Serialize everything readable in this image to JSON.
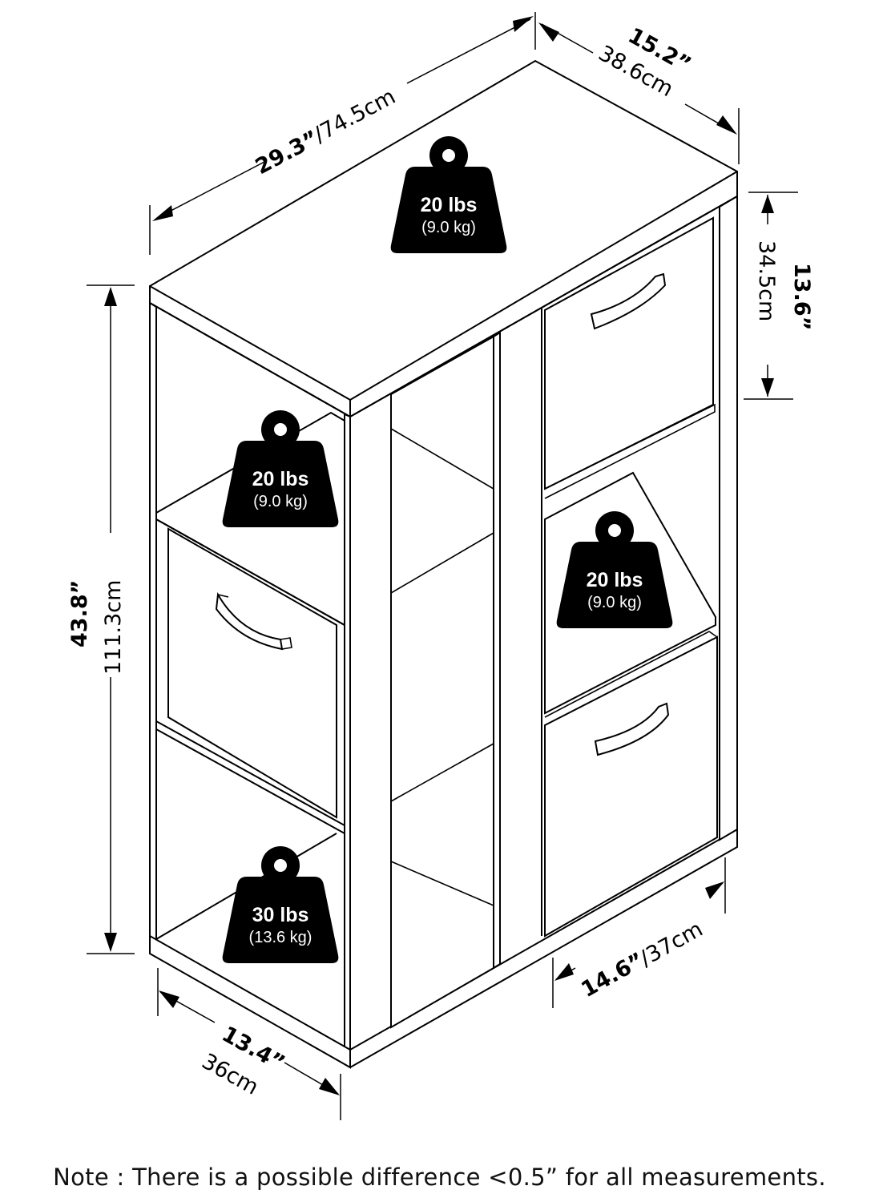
{
  "dimensions": {
    "width": {
      "inches": "29.3”",
      "cm": "/74.5cm"
    },
    "depth_top": {
      "inches": "15.2”",
      "cm": "38.6cm"
    },
    "height": {
      "inches": "43.8”",
      "cm": "111.3cm"
    },
    "cube_height": {
      "inches": "13.6”",
      "cm": "34.5cm"
    },
    "cube_width": {
      "inches": "14.6”",
      "cm": "/37cm"
    },
    "depth_bottom": {
      "inches": "13.4”",
      "cm": "36cm"
    }
  },
  "weights": [
    {
      "id": "top",
      "lbs": "20 lbs",
      "kg": "(9.0 kg)"
    },
    {
      "id": "left-middle",
      "lbs": "20 lbs",
      "kg": "(9.0 kg)"
    },
    {
      "id": "right-middle",
      "lbs": "20 lbs",
      "kg": "(9.0 kg)"
    },
    {
      "id": "left-bottom",
      "lbs": "30 lbs",
      "kg": "(13.6 kg)"
    }
  ],
  "note": "Note : There is a possible difference <0.5” for all measurements."
}
